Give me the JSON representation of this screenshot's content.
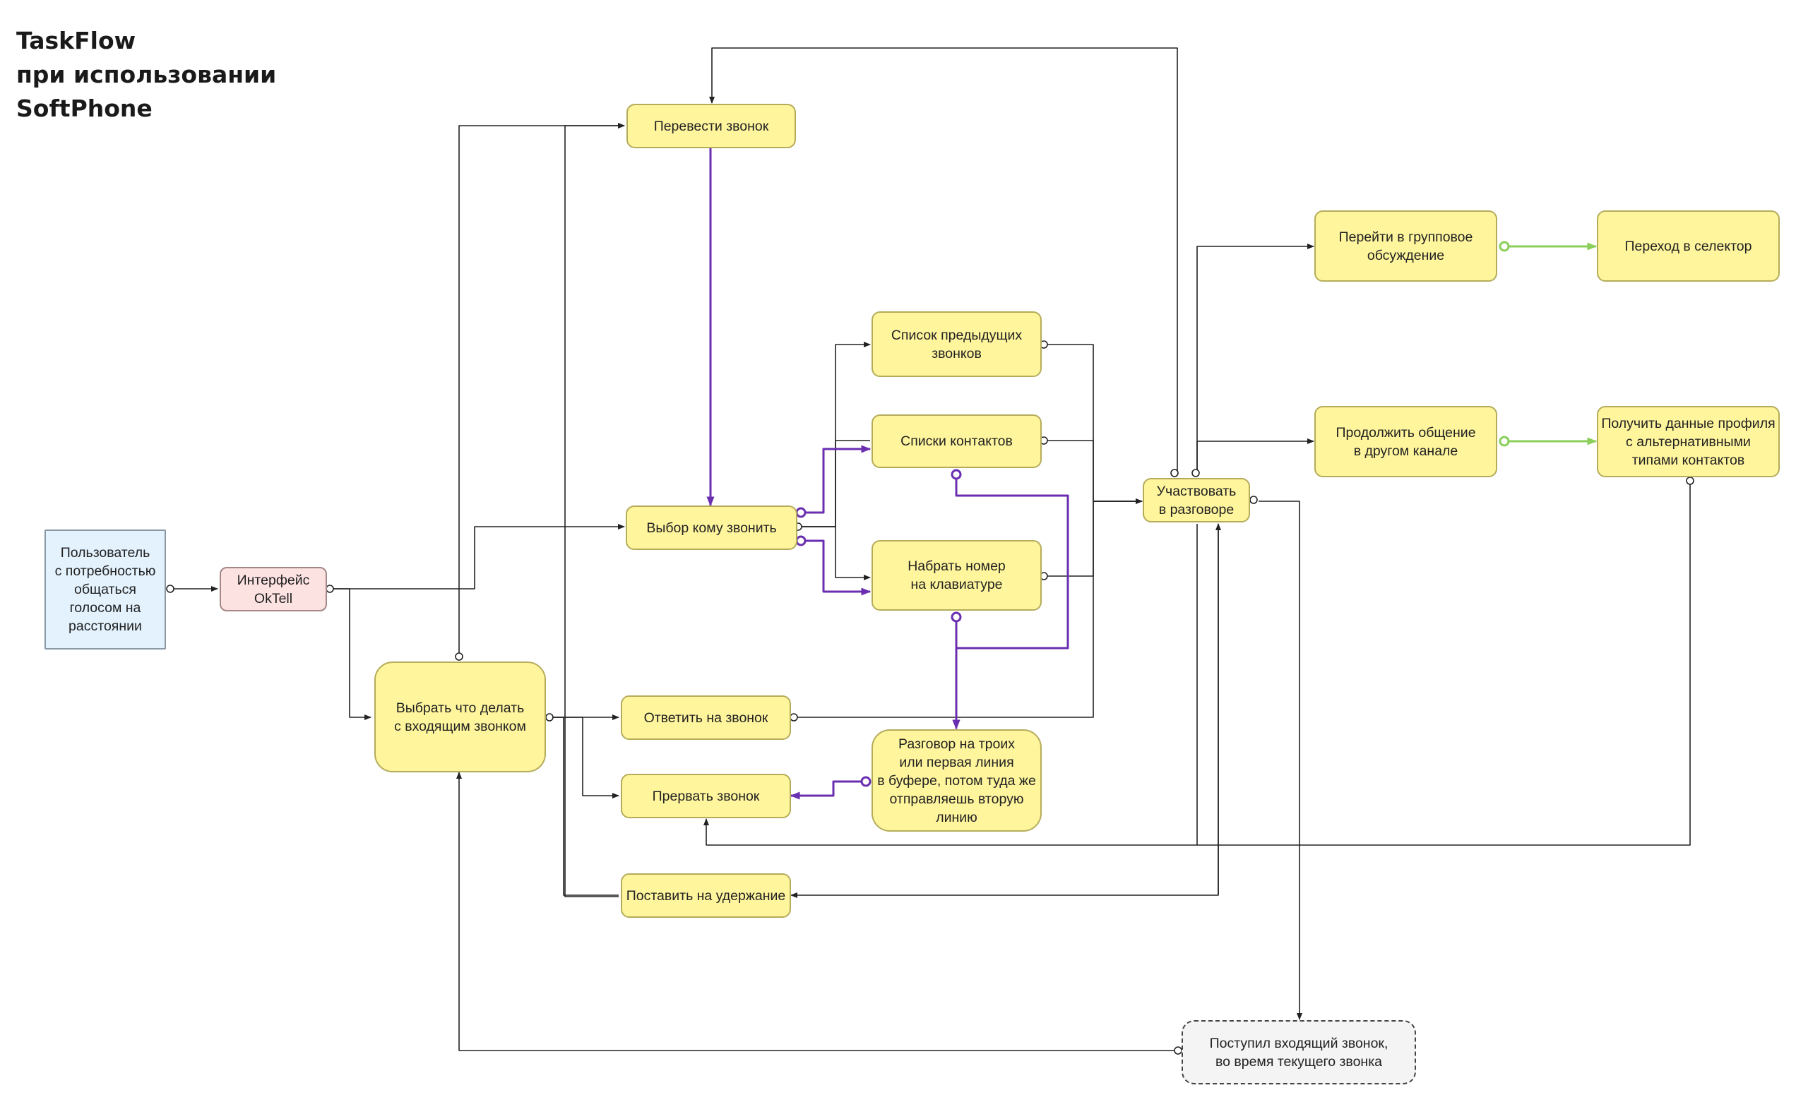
{
  "title": {
    "line1": "TaskFlow",
    "line2": "при использовании",
    "line3": "SoftPhone"
  },
  "colors": {
    "node_fill": "#fff59d",
    "user_fill": "#e3f2fd",
    "interface_fill": "#fde2e2",
    "event_fill": "#f4f4f4",
    "line_default": "#222222",
    "line_purple": "#6a2fb0",
    "line_green": "#8bcf5a"
  },
  "nodes": {
    "user": "Пользователь\nс потребностью\nобщаться\nголосом на\nрасстоянии",
    "interface": "Интерфейс\nOkTell",
    "choose_incoming": "Выбрать что делать\nс входящим звонком",
    "transfer_call": "Перевести звонок",
    "choose_whom": "Выбор кому звонить",
    "answer_call": "Ответить на звонок",
    "drop_call": "Прервать звонок",
    "put_on_hold": "Поставить на удержание",
    "prev_calls": "Список предыдущих\nзвонков",
    "contacts": "Списки контактов",
    "dial_number": "Набрать номер\nна клавиатуре",
    "three_way": "Разговор на троих\nили первая линия\nв буфере, потом туда же\nотправляешь вторую\nлинию",
    "participate": "Участвовать\nв разговоре",
    "group_chat": "Перейти в групповое\nобсуждение",
    "selector": "Переход в селектор",
    "other_channel": "Продолжить общение\nв другом канале",
    "profile_data": "Получить данные профиля\nс альтернативными\nтипами контактов",
    "incoming_during": "Поступил входящий звонок,\nво время текущего звонка"
  }
}
